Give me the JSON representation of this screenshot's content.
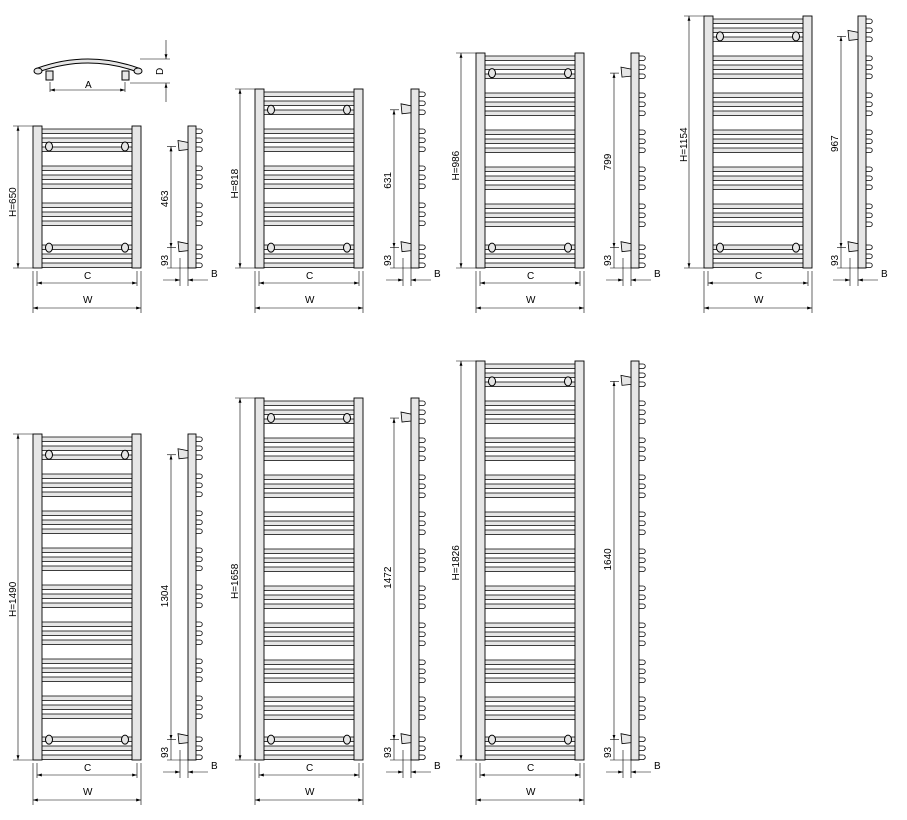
{
  "top_view": {
    "width_label": "A",
    "depth_label": "D"
  },
  "labels": {
    "inner_width": "C",
    "overall_width": "W",
    "wall_distance": "B",
    "lower_offset": "93"
  },
  "drawings": [
    {
      "height_label": "H=650",
      "height": 650,
      "connection_label": "463"
    },
    {
      "height_label": "H=818",
      "height": 818,
      "connection_label": "631"
    },
    {
      "height_label": "H=986",
      "height": 986,
      "connection_label": "799"
    },
    {
      "height_label": "H=1154",
      "height": 1154,
      "connection_label": "967"
    },
    {
      "height_label": "H=1490",
      "height": 1490,
      "connection_label": "1304"
    },
    {
      "height_label": "H=1658",
      "height": 1658,
      "connection_label": "1472"
    },
    {
      "height_label": "H=1826",
      "height": 1826,
      "connection_label": "1640"
    }
  ],
  "colors": {
    "line": "#000000",
    "fill": "#e6e6e6"
  }
}
